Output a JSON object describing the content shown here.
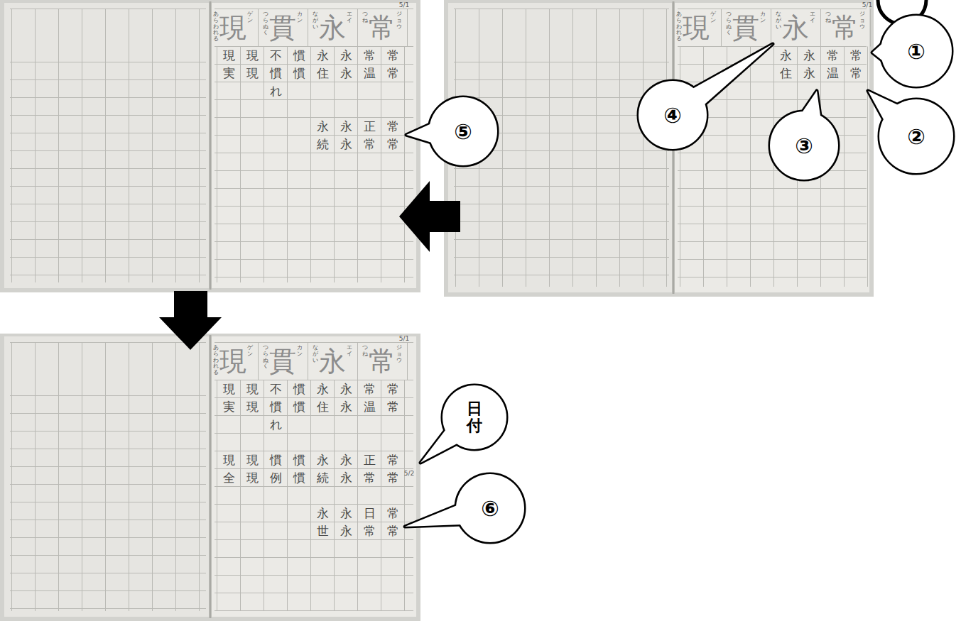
{
  "diagram": {
    "nodes": [
      {
        "text": [
          "①"
        ]
      },
      {
        "text": [
          "②"
        ]
      },
      {
        "text": [
          "③"
        ]
      },
      {
        "text": [
          "④"
        ]
      },
      {
        "text": [
          "⑤"
        ]
      },
      {
        "text": [
          "日付"
        ]
      },
      {
        "text": [
          "⑥"
        ]
      }
    ],
    "labels": [
      "常",
      "ジョウ",
      "つね",
      "永",
      "エイ",
      "ながい",
      "貫",
      "カン",
      "つらぬく",
      "現",
      "ゲン",
      "あらわれる",
      "5/1",
      "常",
      "常",
      "常",
      "温",
      "永",
      "永",
      "永",
      "住",
      "慣",
      "慣",
      "不",
      "慣",
      "れ",
      "現",
      "現",
      "現",
      "実",
      "常",
      "常",
      "正",
      "常",
      "永",
      "永",
      "永",
      "続",
      "常",
      "ジョウ",
      "つね",
      "永",
      "エイ",
      "ながい",
      "貫",
      "カン",
      "つらぬく",
      "現",
      "ゲン",
      "あらわれる",
      "5/1",
      "常",
      "常",
      "常",
      "温",
      "永",
      "永",
      "永",
      "住",
      "常",
      "ジョウ",
      "つね",
      "永",
      "エイ",
      "ながい",
      "貫",
      "カン",
      "つらぬく",
      "現",
      "ゲン",
      "あらわれる",
      "5/1",
      "常",
      "常",
      "常",
      "温",
      "永",
      "永",
      "永",
      "住",
      "慣",
      "慣",
      "不",
      "慣",
      "れ",
      "現",
      "現",
      "現",
      "実",
      "常",
      "常",
      "正",
      "常",
      "永",
      "永",
      "永",
      "続",
      "慣",
      "慣",
      "慣",
      "例",
      "現",
      "現",
      "現",
      "全",
      "常",
      "常",
      "日",
      "常",
      "永",
      "永",
      "永",
      "世",
      "5/2"
    ]
  }
}
